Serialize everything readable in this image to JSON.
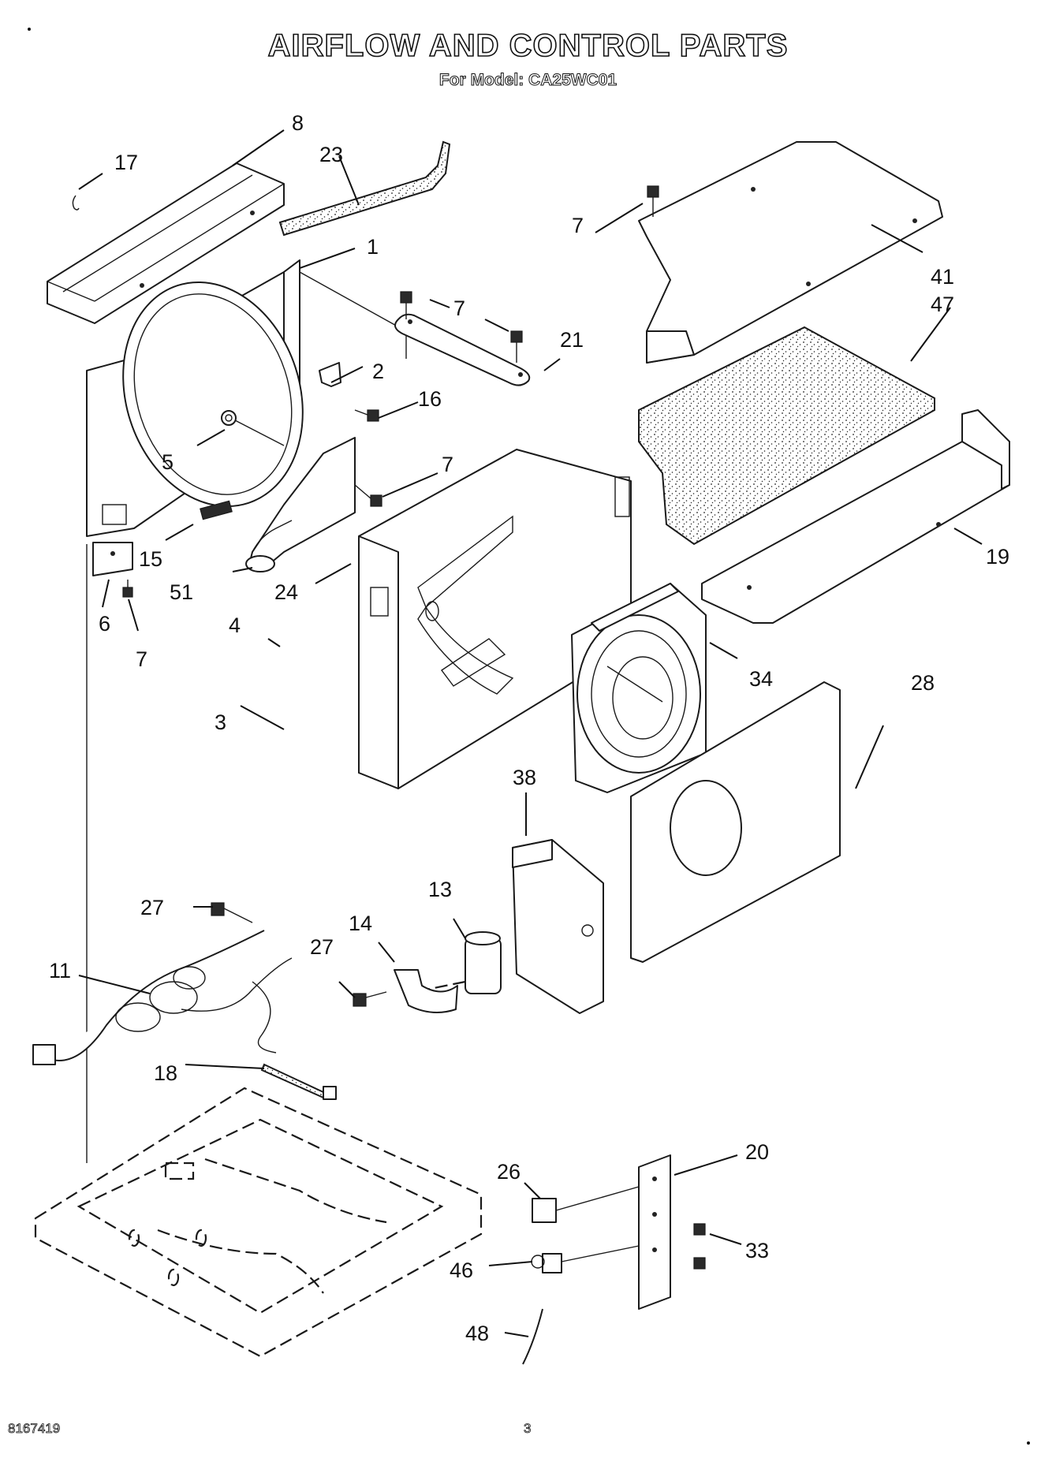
{
  "title": "AIRFLOW AND CONTROL PARTS",
  "subtitle": "For Model: CA25WC01",
  "footer": {
    "part_number": "8167419",
    "page_number": "3"
  },
  "callouts": [
    {
      "id": "c8a",
      "text": "8"
    },
    {
      "id": "c17",
      "text": "17"
    },
    {
      "id": "c23",
      "text": "23"
    },
    {
      "id": "c1",
      "text": "1"
    },
    {
      "id": "c7a",
      "text": "7"
    },
    {
      "id": "c7b",
      "text": "7"
    },
    {
      "id": "c41",
      "text": "41"
    },
    {
      "id": "c47",
      "text": "47"
    },
    {
      "id": "c21",
      "text": "21"
    },
    {
      "id": "c2",
      "text": "2"
    },
    {
      "id": "c16",
      "text": "16"
    },
    {
      "id": "c5",
      "text": "5"
    },
    {
      "id": "c7c",
      "text": "7"
    },
    {
      "id": "c15",
      "text": "15"
    },
    {
      "id": "c51",
      "text": "51"
    },
    {
      "id": "c24",
      "text": "24"
    },
    {
      "id": "c19",
      "text": "19"
    },
    {
      "id": "c6",
      "text": "6"
    },
    {
      "id": "c7d",
      "text": "7"
    },
    {
      "id": "c4",
      "text": "4"
    },
    {
      "id": "c3",
      "text": "3"
    },
    {
      "id": "c34",
      "text": "34"
    },
    {
      "id": "c28",
      "text": "28"
    },
    {
      "id": "c38",
      "text": "38"
    },
    {
      "id": "c13",
      "text": "13"
    },
    {
      "id": "c27a",
      "text": "27"
    },
    {
      "id": "c14",
      "text": "14"
    },
    {
      "id": "c27b",
      "text": "27"
    },
    {
      "id": "c11",
      "text": "11"
    },
    {
      "id": "c18",
      "text": "18"
    },
    {
      "id": "c20",
      "text": "20"
    },
    {
      "id": "c26",
      "text": "26"
    },
    {
      "id": "c33",
      "text": "33"
    },
    {
      "id": "c46",
      "text": "46"
    },
    {
      "id": "c48",
      "text": "48"
    }
  ]
}
